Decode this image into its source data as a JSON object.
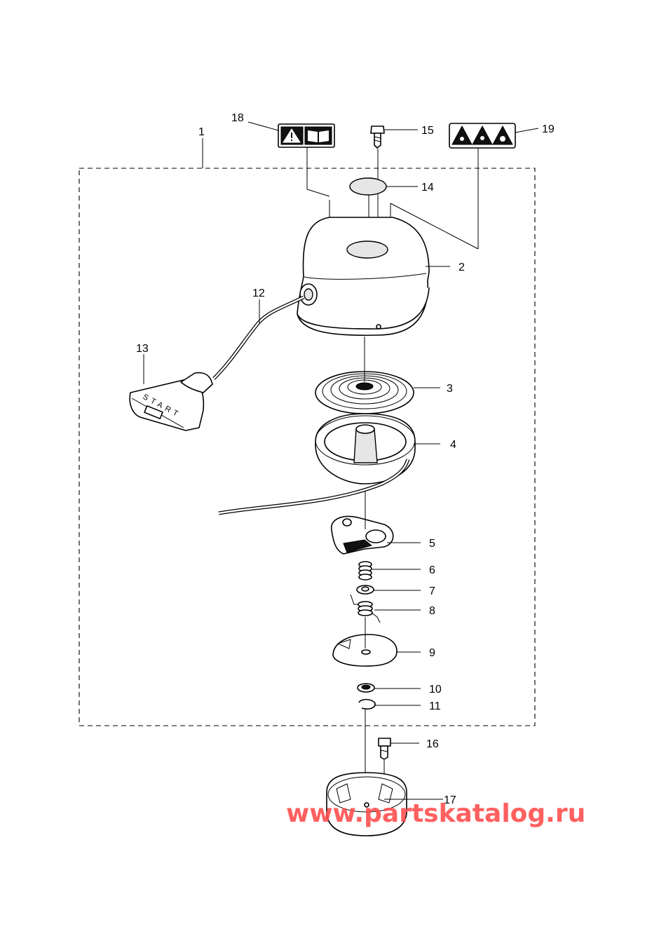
{
  "callouts": [
    "1",
    "2",
    "3",
    "4",
    "5",
    "6",
    "7",
    "8",
    "9",
    "10",
    "11",
    "12",
    "13",
    "14",
    "15",
    "16",
    "17",
    "18",
    "19"
  ],
  "handle_text": "START",
  "watermark": "www.partskatalog.ru",
  "colors": {
    "line": "#000000",
    "watermark": "#ff4a4a",
    "background": "#ffffff"
  },
  "icons": {
    "label_18": [
      "warning-triangle-icon",
      "manual-book-icon"
    ],
    "label_19": [
      "hazard-hand-icon",
      "hazard-burn-icon",
      "hazard-rotating-icon"
    ]
  }
}
